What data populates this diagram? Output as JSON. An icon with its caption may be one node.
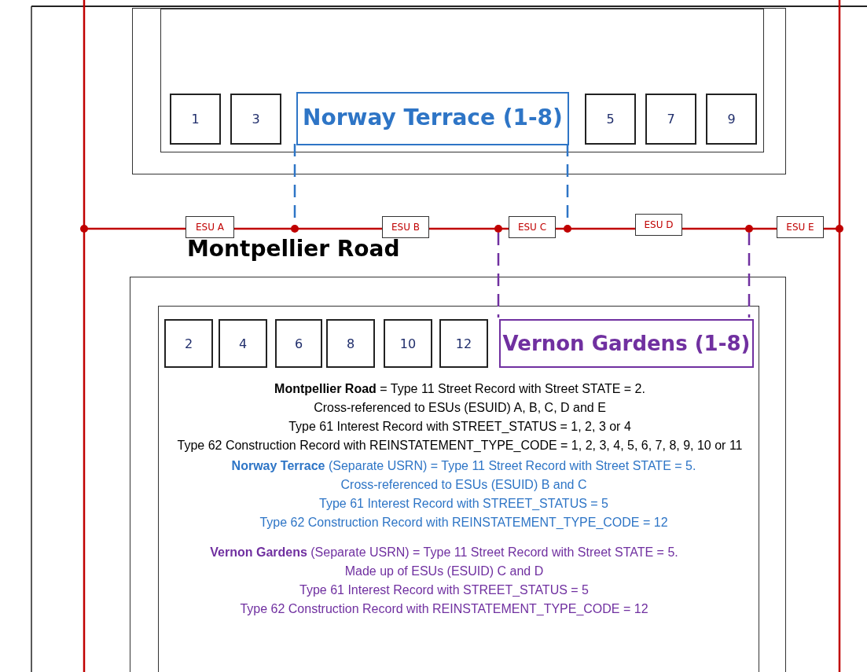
{
  "diagram": {
    "nodes": [
      {
        "text": [],
        "shape": "box"
      },
      {
        "text": [],
        "shape": "box",
        "in": 0
      },
      {
        "text": [
          "1"
        ],
        "in": 1
      },
      {
        "text": [
          "3"
        ],
        "in": 1
      },
      {
        "text": [
          "Norway Terrace (1-8)"
        ],
        "in": 1
      },
      {
        "text": [
          "5"
        ],
        "in": 1
      },
      {
        "text": [
          "7"
        ],
        "in": 1
      },
      {
        "text": [
          "9"
        ],
        "in": 1
      },
      {
        "text": [],
        "shape": "circle"
      },
      {
        "text": [
          "ESU A"
        ]
      },
      {
        "text": [],
        "shape": "circle"
      },
      {
        "text": [
          "ESU B"
        ]
      },
      {
        "text": [],
        "shape": "circle"
      },
      {
        "text": [
          "ESU C"
        ]
      },
      {
        "text": [],
        "shape": "circle"
      },
      {
        "text": [
          "ESU D"
        ]
      },
      {
        "text": [],
        "shape": "circle"
      },
      {
        "text": [
          "ESU E"
        ]
      },
      {
        "text": [],
        "shape": "circle"
      },
      {
        "text": [],
        "shape": "box"
      },
      {
        "text": [],
        "shape": "box",
        "in": 19
      },
      {
        "text": [
          "2"
        ],
        "in": 20
      },
      {
        "text": [
          "4"
        ],
        "in": 20
      },
      {
        "text": [
          "6"
        ],
        "in": 20
      },
      {
        "text": [
          "8"
        ],
        "in": 20
      },
      {
        "text": [
          "10"
        ],
        "in": 20
      },
      {
        "text": [
          "12"
        ],
        "in": 20
      },
      {
        "text": [
          "Vernon Gardens (1-8)"
        ],
        "in": 20
      }
    ],
    "edges": [
      {
        "from": 4,
        "to": 10,
        "arrow": "none",
        "style": "dashed",
        "color": "#2e75c6"
      },
      {
        "from": 4,
        "to": 14,
        "arrow": "none",
        "style": "dashed",
        "color": "#2e75c6"
      },
      {
        "from": 12,
        "to": 27,
        "arrow": "none",
        "style": "dashed",
        "color": "#7030a0"
      },
      {
        "from": 16,
        "to": 27,
        "arrow": "none",
        "style": "dashed",
        "color": "#7030a0"
      }
    ],
    "labels": [
      "Montpellier Road",
      "**Montpellier Road** = Type 11 Street Record with Street STATE = 2.",
      "Cross-referenced to ESUs (ESUID) A, B, C, D and E",
      "Type 61 Interest Record with STREET_STATUS = 1, 2, 3 or 4",
      "Type 62 Construction Record with REINSTATEMENT_TYPE_CODE = 1, 2, 3, 4, 5, 6, 7, 8, 9, 10 or 11",
      "**Norway Terrace** (Separate USRN) = Type 11 Street Record with Street STATE = 5.",
      "Cross-referenced to ESUs (ESUID) B and C",
      "Type 61 Interest Record with STREET_STATUS = 5",
      "Type 62 Construction Record with REINSTATEMENT_TYPE_CODE = 12",
      "**Vernon Gardens** (Separate USRN) = Type 11 Street Record with Street STATE = 5.",
      "Made up of ESUs (ESUID) C and D",
      "Type 61 Interest Record with STREET_STATUS = 5",
      "Type 62 Construction Record with REINSTATEMENT_TYPE_CODE = 12"
    ]
  }
}
